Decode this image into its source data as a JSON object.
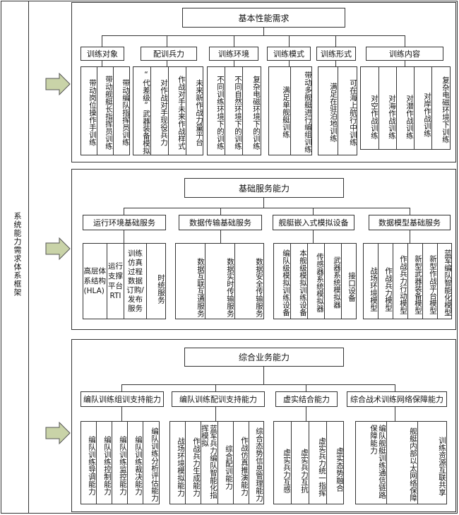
{
  "side_title": "系统能力需求体系框架",
  "section1": {
    "title": "基本性能需求",
    "groups": [
      {
        "label": "训练对象",
        "items": [
          "带动岗位操作手训练",
          "带动舰艇长指挥员训练",
          "带动编队指挥员训练"
        ]
      },
      {
        "label": "配训兵力",
        "items": [
          "“代差级”武器装备模拟",
          "对作战对手现役兵力",
          "作战对手未来作战样式",
          "未来新作战力量平台"
        ]
      },
      {
        "label": "训练环境",
        "items": [
          "不同训练环境下的训练",
          "不同自然环境下的训练",
          "复杂电磁环境下的训练"
        ]
      },
      {
        "label": "训练模式",
        "items": [
          "满足单舰艇训练",
          "带动多舰艇进行编组训练"
        ]
      },
      {
        "label": "训练形式",
        "items": [
          "满足在驻泊地训练",
          "可在海上航行中训练"
        ]
      },
      {
        "label": "训练内容",
        "items": [
          "对空作战训练",
          "对海作战训练",
          "对潜作战训练",
          "对岸作战训练",
          "复杂电磁环境下训练"
        ]
      }
    ]
  },
  "section2": {
    "title": "基础服务能力",
    "groups": [
      {
        "label": "运行环境基础服务",
        "items": [
          "高层体系结构(HLA)",
          "运行支撑平台RTI",
          "训练仿真过程数据订购/发布服务",
          "时统服务"
        ]
      },
      {
        "label": "数据传输基础服务",
        "items": [
          "数据互联互通服务",
          "数据实时传输服务",
          "数据安全传输服务"
        ]
      },
      {
        "label": "舰艇嵌入式模拟设备",
        "items": [
          "编队级模拟训练设备",
          "本舰级模拟训练设备",
          "传感器系统模拟器",
          "武器系统模拟器",
          "接口设备"
        ]
      },
      {
        "label": "数据模型基础服务",
        "items": [
          "战场环境模型",
          "作战兵力模型",
          "作战兵力行动模型",
          "新型武器装备模型",
          "新型作战平台模型",
          "蓝军编队智能化模型"
        ]
      }
    ]
  },
  "section3": {
    "title": "综合业务能力",
    "groups": [
      {
        "label": "编队训练组训支持能力",
        "items": [
          "编队训练导调能力",
          "编队训练控制能力",
          "编队训练监控能力",
          "编队训练裁决能力",
          "编队训练分析评估能力"
        ]
      },
      {
        "label": "编队训练配训支持能力",
        "items": [
          "战场环境模拟能力",
          "作战兵力生成能力",
          "蓝军兵力编队智能化指挥模拟",
          "综合配训能力",
          "作战仿真推演能力",
          "综合态势信息管理能力"
        ]
      },
      {
        "label": "虚实结合能力",
        "items": [
          "虚实兵力互感",
          "虚实兵力互抗",
          "虚实兵力统一指挥",
          "虚实态势融合"
        ]
      },
      {
        "label": "综合战术训练网络保障能力",
        "items": [
          "编队舰艇训练通信链路保障能力",
          "舰艇内部以太网络保障",
          "训练资源互联共享"
        ]
      }
    ]
  }
}
